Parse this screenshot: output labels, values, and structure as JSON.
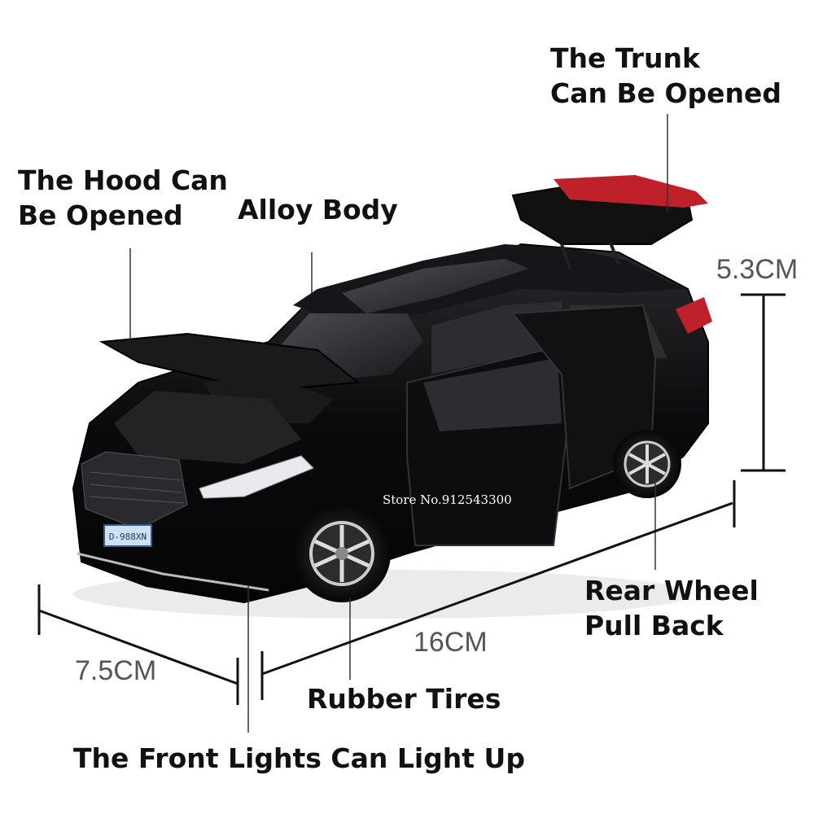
{
  "labels": {
    "trunk_line1": "The Trunk",
    "trunk_line2": "Can Be Opened",
    "hood_line1": "The Hood Can",
    "hood_line2": "Be Opened",
    "alloy": "Alloy Body",
    "rear_wheel_line1": "Rear Wheel",
    "rear_wheel_line2": "Pull Back",
    "tires": "Rubber Tires",
    "front_lights": "The Front Lights Can Light Up"
  },
  "dimensions": {
    "height": "5.3CM",
    "length": "16CM",
    "width": "7.5CM"
  },
  "plate": "D-988XN",
  "watermark": "Store No.912543300",
  "colors": {
    "body": "#0b0b0d",
    "taillight": "#c0202a",
    "text": "#111111",
    "dim_text": "#555555"
  }
}
